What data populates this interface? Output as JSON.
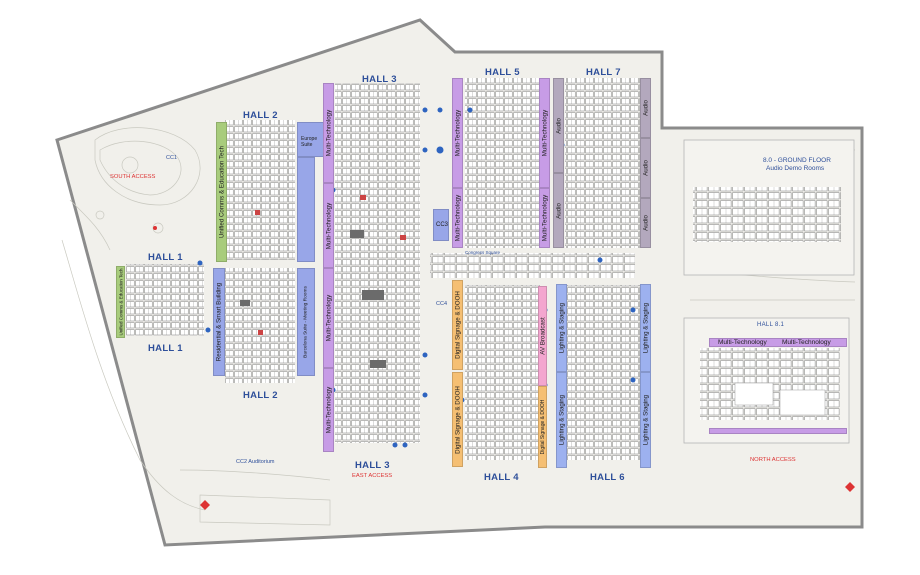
{
  "halls": {
    "hall1_top": "HALL 1",
    "hall1_bottom": "HALL 1",
    "hall2_top": "HALL 2",
    "hall2_bottom": "HALL 2",
    "hall3_top": "HALL 3",
    "hall3_bottom": "HALL 3",
    "hall4": "HALL 4",
    "hall5": "HALL 5",
    "hall6": "HALL 6",
    "hall7": "HALL 7",
    "hall81": "HALL 8.1",
    "hall80_line1": "8.0 - GROUND FLOOR",
    "hall80_line2": "Audio Demo Rooms"
  },
  "access": {
    "south": "SOUTH ACCESS",
    "east": "EAST ACCESS",
    "north": "NORTH ACCESS"
  },
  "venues": {
    "cc1": "CC1",
    "cc2": "CC2 Auditorium",
    "cc3": "CC3",
    "cc4": "CC4",
    "congress_square": "Congress Square"
  },
  "zones": {
    "unified_comms": "Unified Comms & Education Tech",
    "unified_comms_small": "Unified Comms & Education Tech",
    "residential": "Residential & Smart Building",
    "multi_tech": "Multi-Technology",
    "audio": "Audio",
    "lighting": "Lighting & Staging",
    "digital_signage": "Digital Signage & DOOH",
    "av_broadcast": "AV Broadcast",
    "europe_suite": "Europe Suite",
    "barcelona_suite": "Barcelona Suite - Meeting Rooms"
  },
  "colors": {
    "purple": "#c79ce6",
    "green": "#a8cc7c",
    "blue": "#98a6e8",
    "orange": "#f5bf73",
    "grey": "#b3a8bd",
    "pink": "#f3a6cf",
    "label_blue": "#2e4f9a",
    "access_red": "#d33"
  }
}
